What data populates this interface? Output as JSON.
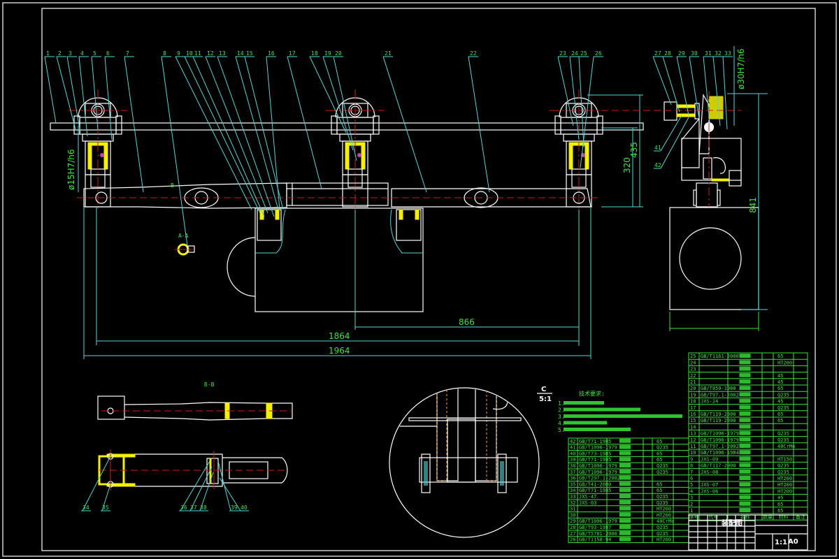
{
  "colors": {
    "background": "#000000",
    "outline": "#ffffff",
    "leader": "#4fd8d8",
    "text": "#39e639",
    "centerline": "#d01818",
    "hatch": "#f5f000"
  },
  "part_labels": [
    "1",
    "2",
    "3",
    "4",
    "5",
    "6",
    "7",
    "8",
    "9",
    "10",
    "11",
    "12",
    "13",
    "14",
    "15",
    "16",
    "17",
    "18",
    "19",
    "20",
    "21",
    "22",
    "23",
    "24",
    "25",
    "26",
    "27",
    "28",
    "29",
    "30",
    "31",
    "32",
    "33"
  ],
  "side_labels": {
    "l41": "41",
    "l42": "42"
  },
  "section_marks": {
    "a": "A-A",
    "b": "B",
    "bb": "B-B",
    "detail": "C",
    "detail_scale": "5:1"
  },
  "dimensions": {
    "d866": "866",
    "d1864": "1864",
    "d1964": "1964",
    "d320": "320",
    "d435": "435",
    "d841": "841",
    "fit_left": "ø15H7/h6",
    "fit_right": "ø30H7/h6"
  },
  "bottom_labels": [
    "34",
    "35",
    "36",
    "37",
    "38",
    "39",
    "40"
  ],
  "tech_notes": {
    "title": "技术要求:",
    "items": [
      "1.",
      "2.",
      "3.",
      "4.",
      "5."
    ]
  },
  "bom_right": {
    "header": [
      "序号",
      "代号",
      "名称",
      "数量",
      "材料",
      "备注"
    ],
    "rows": [
      [
        "25",
        "GB/T1161-2000",
        "65"
      ],
      [
        "24",
        "",
        "HT200"
      ],
      [
        "23",
        "",
        ""
      ],
      [
        "22",
        "",
        "45"
      ],
      [
        "21",
        "",
        "45"
      ],
      [
        "20",
        "GB/T859-1988",
        "65"
      ],
      [
        "19",
        "GB/T97.1-2002",
        "Q235"
      ],
      [
        "18",
        "JXS-24",
        "45"
      ],
      [
        "17",
        "",
        "Q235"
      ],
      [
        "16",
        "GB/T119-2000",
        "65"
      ],
      [
        "15",
        "GB/T119-2000",
        "65"
      ],
      [
        "14",
        "",
        ""
      ],
      [
        "13",
        "GB/T1096-1979",
        "Q235"
      ],
      [
        "12",
        "GB/T1096-1979",
        "Q235"
      ],
      [
        "11",
        "GB/T97.1-2002",
        "40CrMo"
      ],
      [
        "10",
        "GB/T1096-1984",
        ""
      ],
      [
        "9",
        "JXS-09",
        "HT150"
      ],
      [
        "8",
        "GB/T117-2000",
        "Q235"
      ],
      [
        "7",
        "JXS-08",
        "Q235"
      ],
      [
        "6",
        "",
        "HT200"
      ],
      [
        "5",
        "JXS-07",
        "HT200"
      ],
      [
        "4",
        "JXS-06",
        "HT200"
      ],
      [
        "3",
        "",
        "45"
      ],
      [
        "2",
        "",
        "65"
      ],
      [
        "1",
        "",
        "65"
      ]
    ]
  },
  "bom_left": {
    "rows": [
      [
        "42",
        "GB/T71-1985",
        "65"
      ],
      [
        "41",
        "GB/T1096-1979",
        "Q235"
      ],
      [
        "40",
        "GB/T73-1985",
        "65"
      ],
      [
        "39",
        "GB/T71-1985",
        "65"
      ],
      [
        "38",
        "GB/T1096-1979",
        "Q235"
      ],
      [
        "37",
        "GB/T1096-1979",
        "Q235"
      ],
      [
        "36",
        "GB/T297.1-2002",
        ""
      ],
      [
        "35",
        "GB/T41-2000",
        "65"
      ],
      [
        "34",
        "GB/T71-1985",
        "65"
      ],
      [
        "33",
        "JXS-47",
        "Q235"
      ],
      [
        "32",
        "JXS-03",
        "Q235"
      ],
      [
        "31",
        "",
        "HT200"
      ],
      [
        "30",
        "",
        "HT200"
      ],
      [
        "29",
        "GB/T1096-1979",
        "40CrMo"
      ],
      [
        "28",
        "GB/T93-1987",
        "Q235"
      ],
      [
        "27",
        "GB/T5781-2000",
        "Q235"
      ],
      [
        "26",
        "GB/T1158-94",
        "HT200"
      ]
    ]
  },
  "title_block": {
    "drawing": "装配图",
    "scale": "1:1",
    "size": "A0"
  }
}
